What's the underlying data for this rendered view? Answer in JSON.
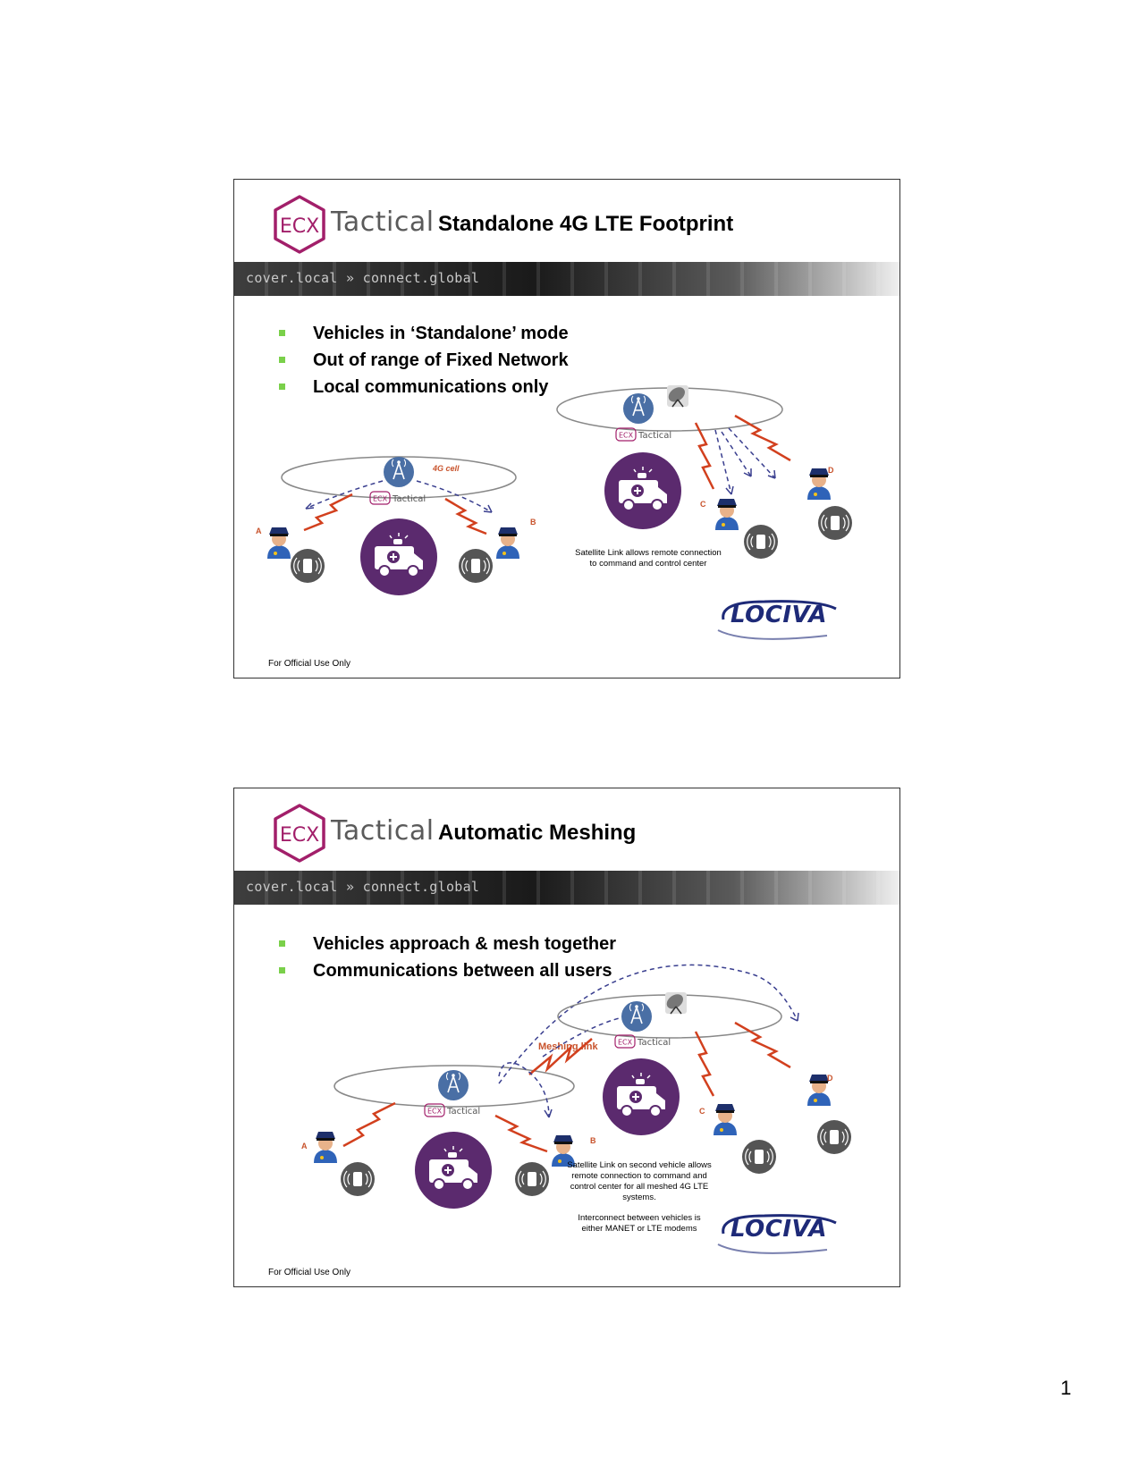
{
  "page_number": "1",
  "slides": [
    {
      "brand_ecx": "ECX",
      "brand_tactical": "Tactical",
      "title": "Standalone 4G LTE Footprint",
      "banner": "cover.local » connect.global",
      "bullets": [
        "Vehicles in ‘Standalone’ mode",
        "Out of range of Fixed Network",
        "Local communications only"
      ],
      "cell_label": "4G cell",
      "mini_brand_ecx": "ECX",
      "mini_brand_tactical": "Tactical",
      "users": [
        "A",
        "B",
        "C",
        "D"
      ],
      "caption": "Satellite Link allows remote connection to command and control center",
      "footer": "For Official Use Only",
      "lociva": "LOCIVA"
    },
    {
      "brand_ecx": "ECX",
      "brand_tactical": "Tactical",
      "title": "Automatic Meshing",
      "banner": "cover.local » connect.global",
      "bullets": [
        "Vehicles approach & mesh together",
        "Communications between all users"
      ],
      "mesh_label": "Meshing link",
      "mini_brand_ecx": "ECX",
      "mini_brand_tactical": "Tactical",
      "users": [
        "A",
        "B",
        "C",
        "D"
      ],
      "caption_1": "Satellite Link on second vehicle allows remote connection to command and control center for all meshed 4G LTE systems.",
      "caption_2": "Interconnect between vehicles is either MANET or LTE modems",
      "footer": "For Official Use Only",
      "lociva": "LOCIVA"
    }
  ],
  "colors": {
    "ecx_magenta": "#a21f6a",
    "ambulance_purple": "#5b2a6e",
    "bullet_green": "#7ad04a",
    "link_red": "#d2401e",
    "dash_blue": "#3a3f8f",
    "lociva_blue": "#1e2a78"
  }
}
